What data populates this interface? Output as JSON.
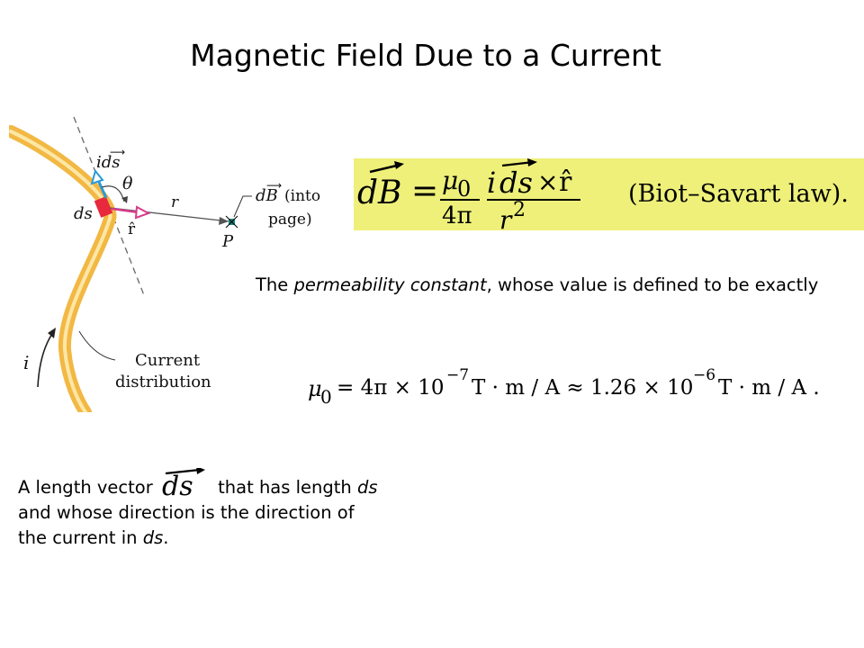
{
  "title": "Magnetic Field Due to a Current",
  "diagram": {
    "label_ids": "ids",
    "label_theta": "θ",
    "label_ds": "ds",
    "label_rhat": "r̂",
    "label_r": "r",
    "label_dB": "dB",
    "label_into": "(into",
    "label_page": "page)",
    "label_P": "P",
    "label_i": "i",
    "label_current": "Current",
    "label_distribution": "distribution"
  },
  "biot_savart": {
    "lhs": "dB",
    "equals": "=",
    "mu": "μ",
    "sub0": "0",
    "four_pi": "4π",
    "i": "i",
    "ds": "ds",
    "cross": "×",
    "rhat": "r̂",
    "r2_base": "r",
    "r2_exp": "2",
    "law": "(Biot–Savart law)."
  },
  "permeability": {
    "text_before": "The ",
    "text_italic": "permeability constant",
    "text_after": ", whose value is defined to be exactly"
  },
  "mu_equation": {
    "mu": "μ",
    "sub0": "0",
    "eq": "= 4π × 10",
    "exp1": "−7",
    "unit1": "T · m / A ≈ 1.26 × 10",
    "exp2": "−6",
    "unit2": "T · m / A ."
  },
  "length_vector": {
    "part1": "A length vector",
    "inline_ds": "ds",
    "part2": " that has length ",
    "italic_ds": "ds",
    "part3": " and whose direction is the direction of the current in ",
    "italic_ds2": "ds",
    "part4": "."
  },
  "colors": {
    "wire_orange": "#f2b843",
    "wire_highlight": "#fde7a6",
    "element_red": "#e8283c",
    "vector_blue": "#2a9ad8",
    "rhat_pink": "#d63c8c",
    "formula_bg": "#eef07a",
    "point_teal": "#1e8c82"
  }
}
